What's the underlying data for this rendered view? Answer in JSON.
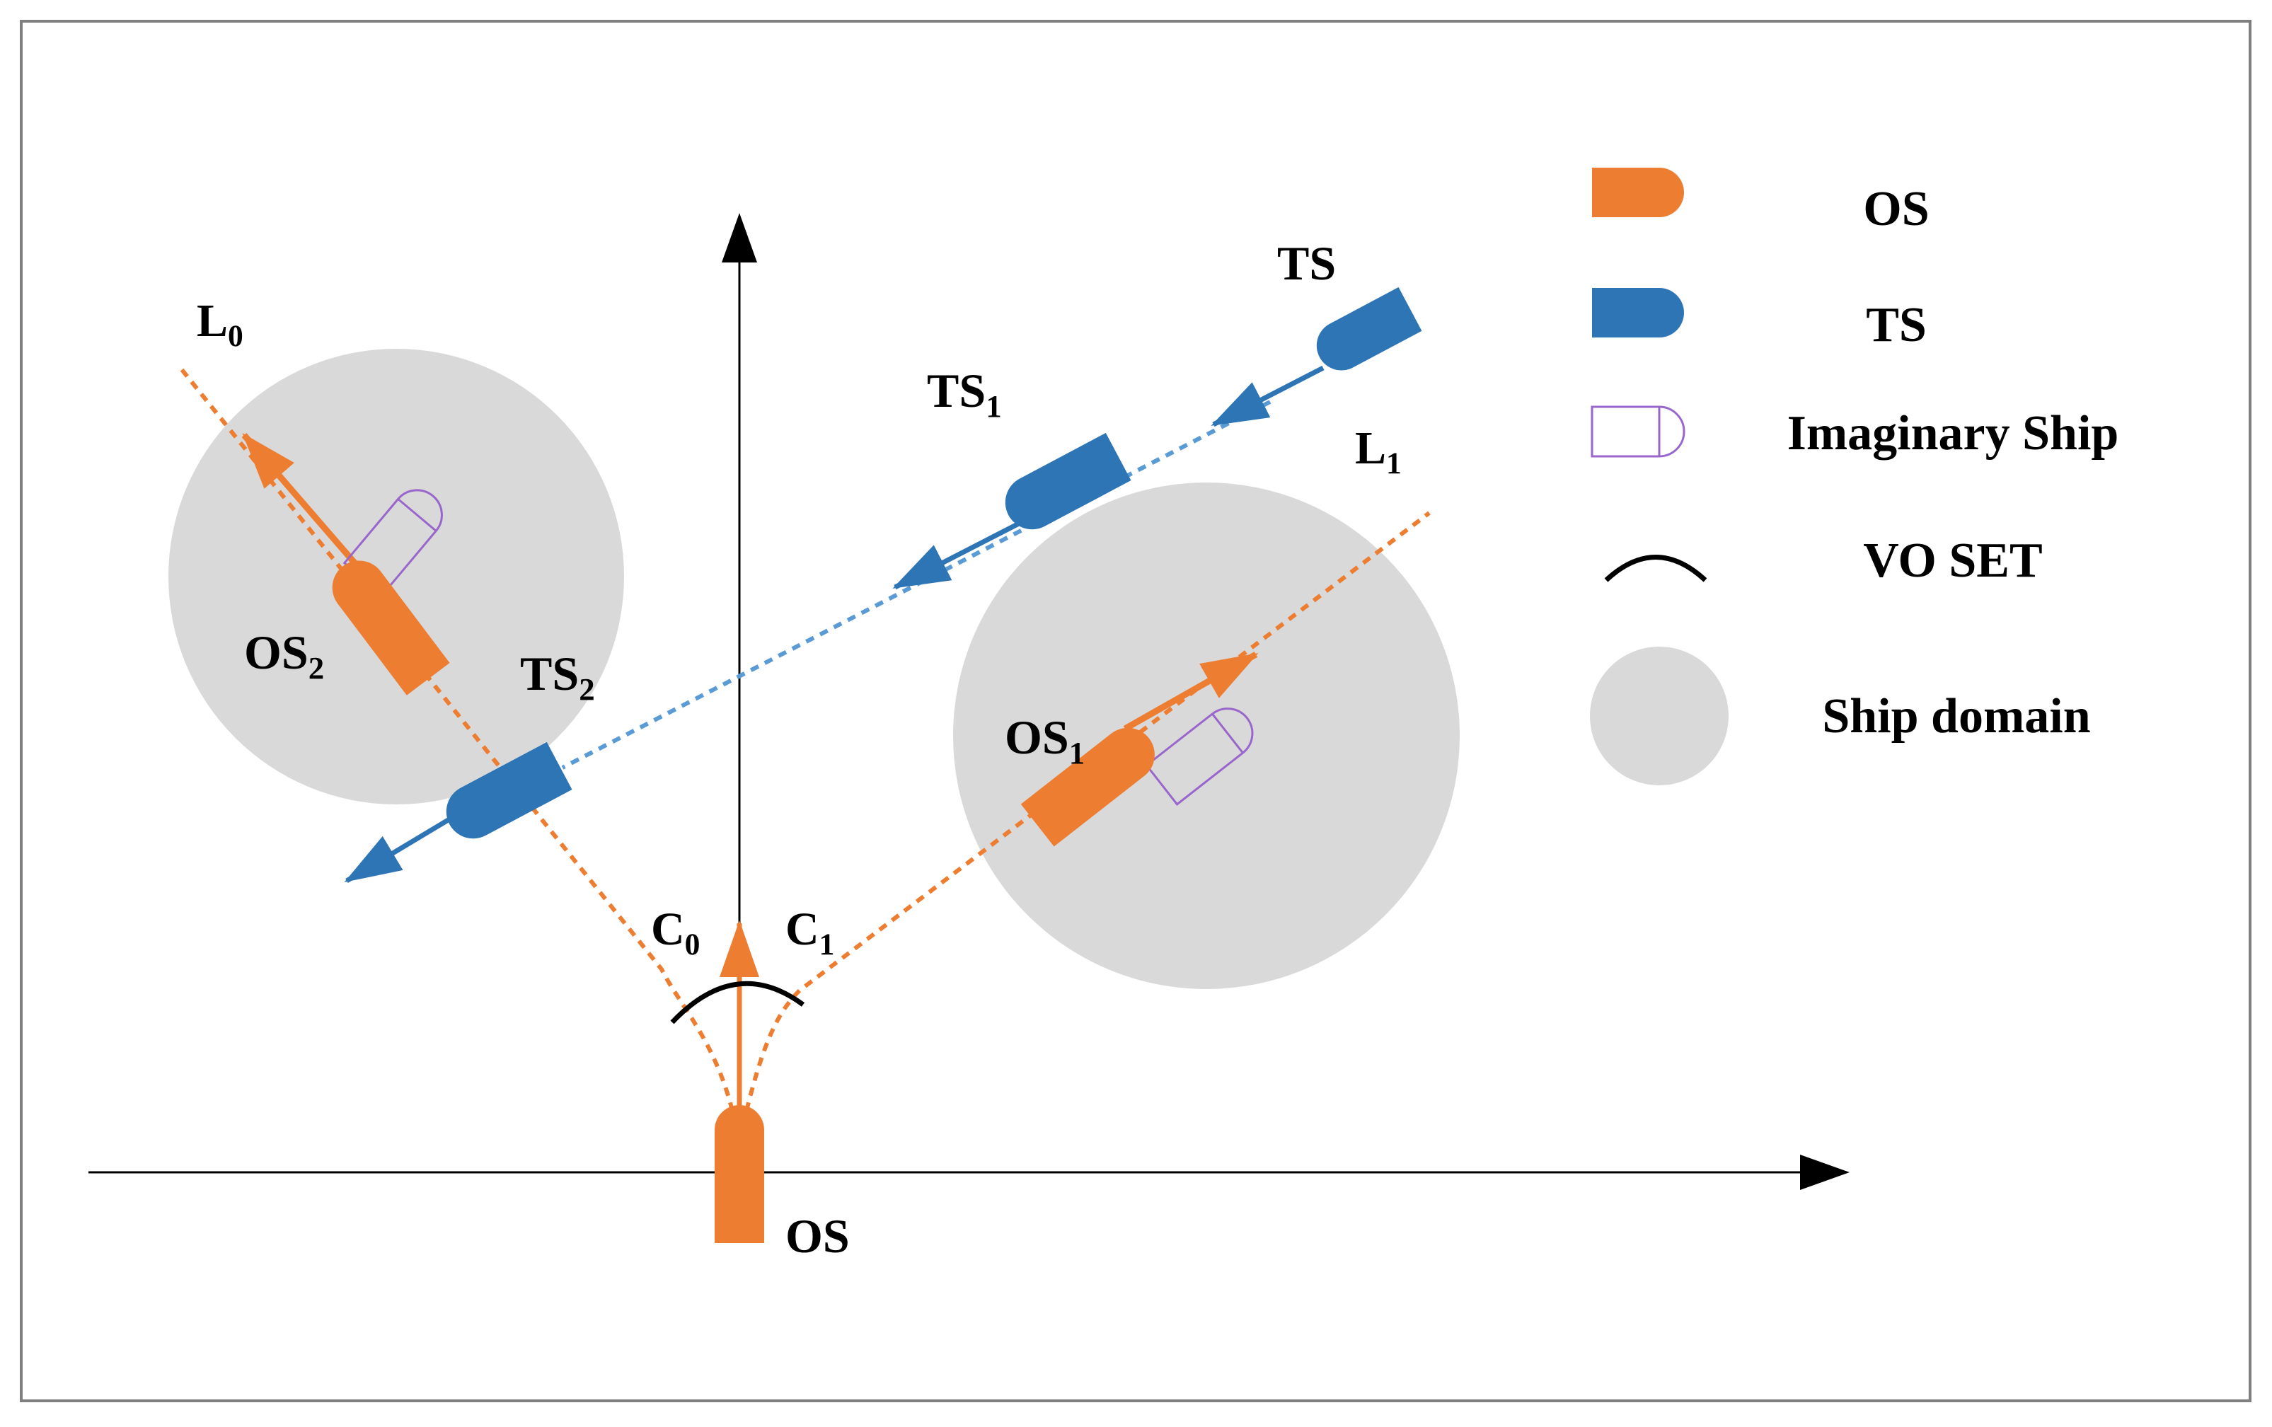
{
  "colors": {
    "own_ship": "#ED7D31",
    "target_ship": "#2E75B6",
    "imaginary_ship": "#9966CC",
    "domain": "#D9D9D9",
    "axis": "#000000",
    "frame": "#7F7F7F"
  },
  "labels": {
    "L0": {
      "main": "L",
      "sub": "0"
    },
    "L1": {
      "main": "L",
      "sub": "1"
    },
    "TS": {
      "main": "TS",
      "sub": ""
    },
    "TS1": {
      "main": "TS",
      "sub": "1"
    },
    "TS2": {
      "main": "TS",
      "sub": "2"
    },
    "OS": {
      "main": "OS",
      "sub": ""
    },
    "OS1": {
      "main": "OS",
      "sub": "1"
    },
    "OS2": {
      "main": "OS",
      "sub": "2"
    },
    "C0": {
      "main": "C",
      "sub": "0"
    },
    "C1": {
      "main": "C",
      "sub": "1"
    }
  },
  "legend": {
    "os": "OS",
    "ts": "TS",
    "imaginary": "Imaginary Ship",
    "vo_set": "VO SET",
    "domain": "Ship domain"
  }
}
